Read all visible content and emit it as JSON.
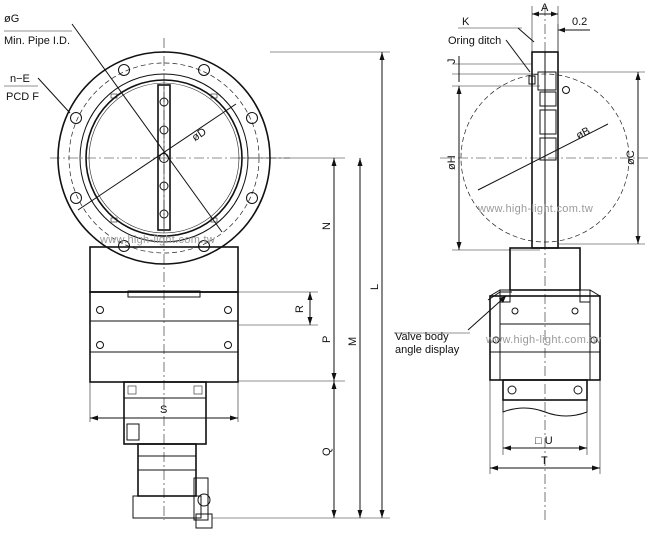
{
  "labels": {
    "phiG": "øG",
    "min_pipe": "Min. Pipe I.D.",
    "nE": "n−E",
    "pcdF": "PCD F",
    "phiD": "øD",
    "N": "N",
    "R": "R",
    "P": "P",
    "M": "M",
    "L": "L",
    "Q": "Q",
    "S": "S",
    "A": "A",
    "K": "K",
    "dim_02": "0.2",
    "oring": "Oring ditch",
    "J": "J",
    "phiH": "øH",
    "phiB": "øB",
    "phiC": "øC",
    "valve_body_1": "Valve body",
    "valve_body_2": "angle display",
    "U": "□ U",
    "T": "T"
  },
  "watermark": "www.high-light.com.tw"
}
